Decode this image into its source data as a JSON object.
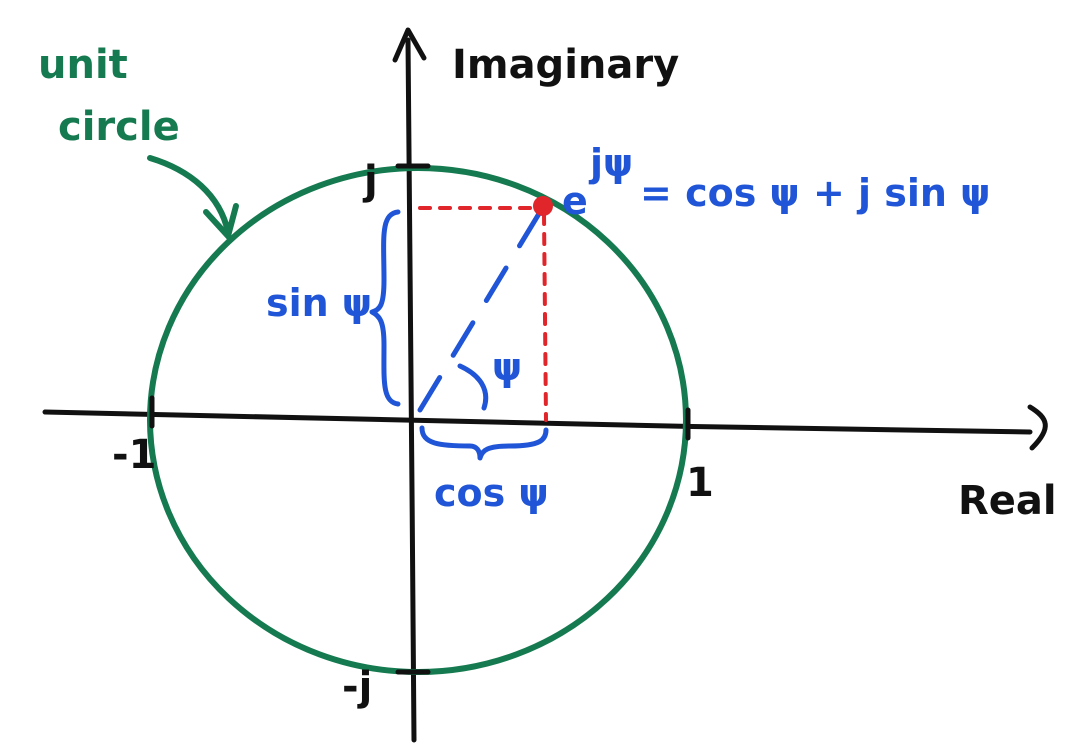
{
  "labels": {
    "unit_circle_line1": "unit",
    "unit_circle_line2": "circle",
    "imaginary_axis": "Imaginary",
    "real_axis": "Real",
    "tick_j": "j",
    "tick_neg_j": "-j",
    "tick_one": "1",
    "tick_neg_one": "-1",
    "sin_label": "sin ψ",
    "cos_label": "cos ψ",
    "angle_label": "ψ",
    "euler_base": "e",
    "euler_exponent": "jψ",
    "euler_rhs": "= cos ψ + j sin ψ"
  },
  "colors": {
    "axis": "#111111",
    "circle": "#157a50",
    "annotation": "#1f55d6",
    "projection": "#e0262b",
    "point": "#e0262b"
  }
}
